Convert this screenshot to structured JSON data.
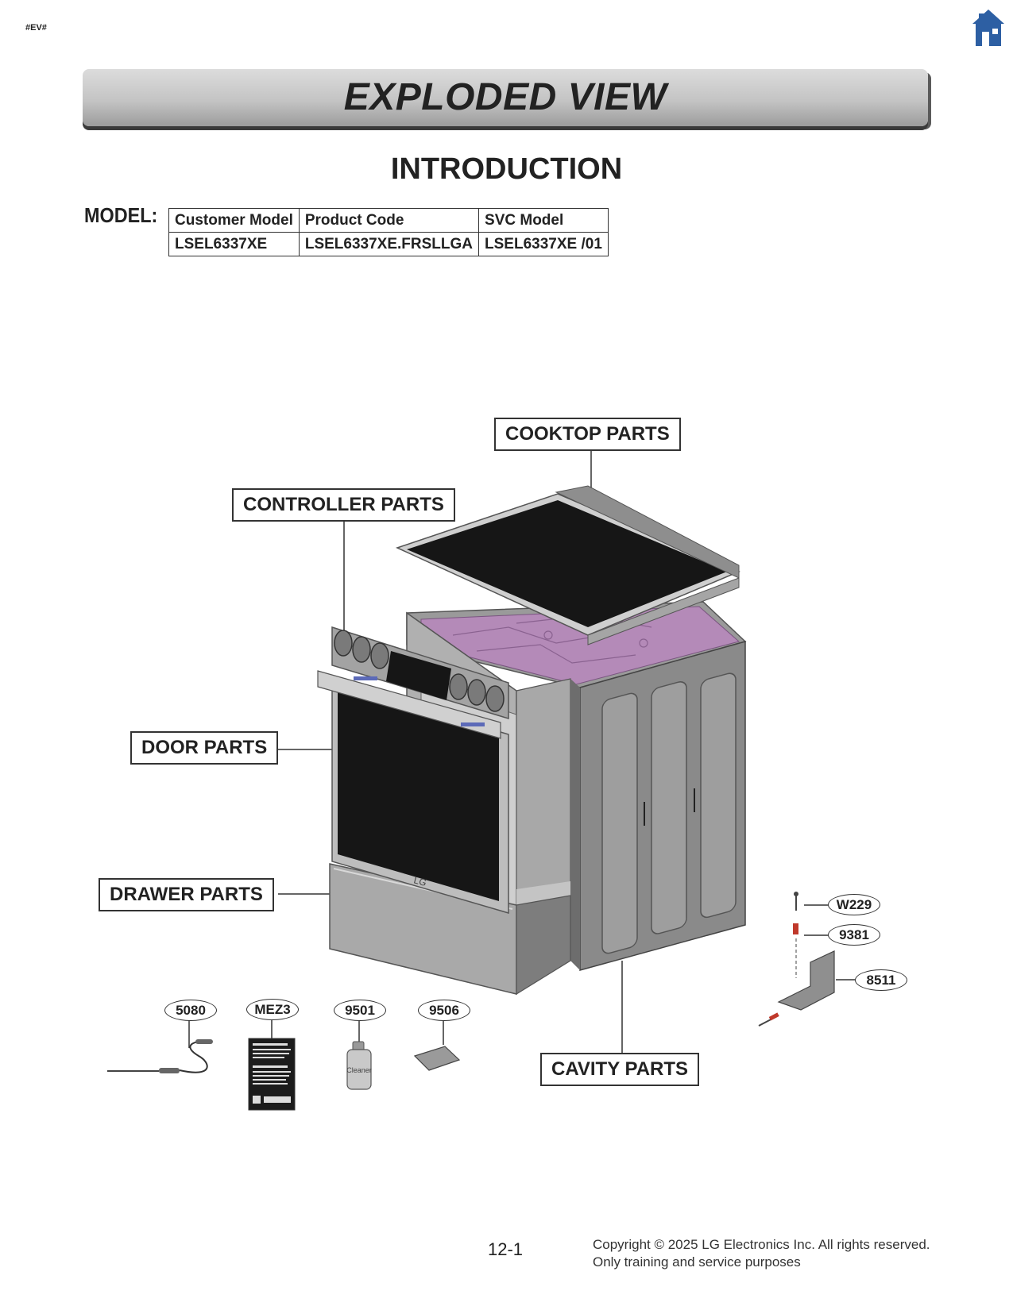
{
  "header": {
    "tag": "#EV#",
    "home_icon": "home-icon",
    "banner_title": "EXPLODED VIEW",
    "subtitle": "INTRODUCTION"
  },
  "model": {
    "label": "MODEL:",
    "columns": [
      "Customer Model",
      "Product Code",
      "SVC Model"
    ],
    "row": [
      "LSEL6337XE",
      "LSEL6337XE.FRSLLGA",
      "LSEL6337XE /01"
    ]
  },
  "diagram": {
    "sections": {
      "cooktop": "COOKTOP PARTS",
      "controller": "CONTROLLER PARTS",
      "door": "DOOR PARTS",
      "drawer": "DRAWER PARTS",
      "cavity": "CAVITY PARTS"
    },
    "callouts": {
      "w229": "W229",
      "n9381": "9381",
      "n8511": "8511",
      "n5080": "5080",
      "mez3": "MEZ3",
      "n9501": "9501",
      "n9506": "9506"
    },
    "cleaner_text": "Cleaner",
    "colors": {
      "body_gray": "#8a8a8a",
      "glass_black": "#171717",
      "element_purple": "#b48ab8",
      "stainless": "#b9b9b9"
    }
  },
  "footer": {
    "page_number": "12-1",
    "copyright_line1": "Copyright © 2025 LG Electronics Inc. All rights reserved.",
    "copyright_line2": "Only training and service purposes"
  }
}
